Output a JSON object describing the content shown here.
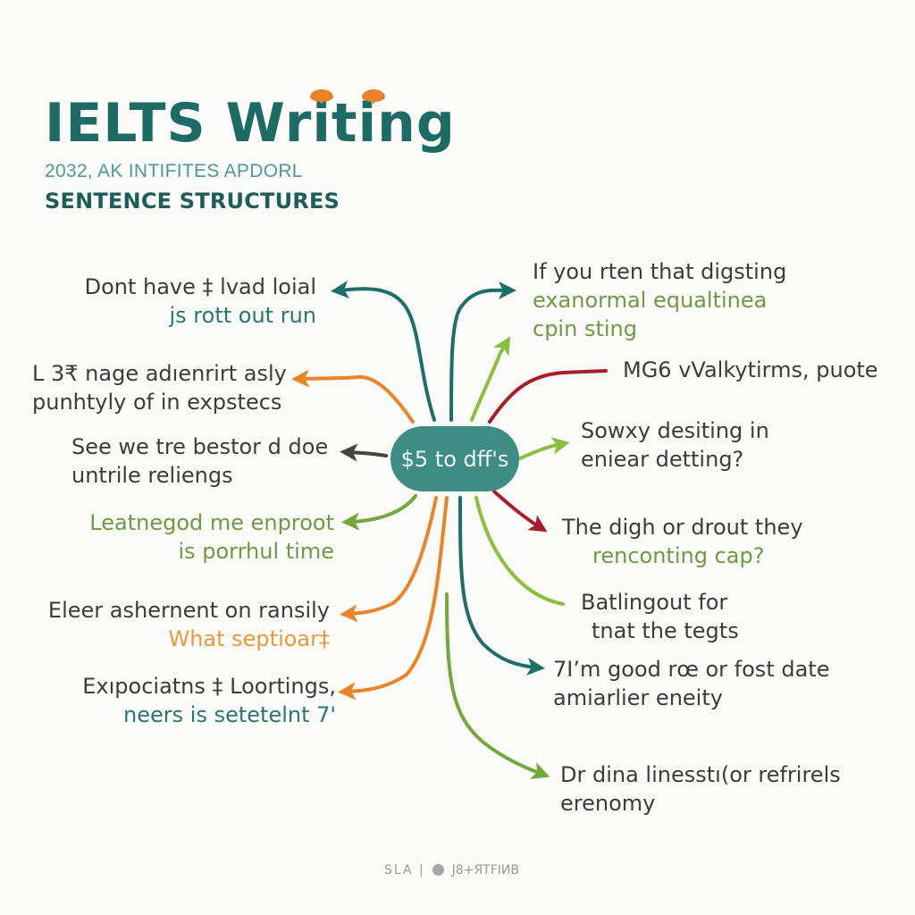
{
  "header": {
    "title": "IELTS Writing",
    "subtitle": "2032, AK INTIFITES APDORL",
    "heading": "SENTENCE STRUCTURES"
  },
  "hub": {
    "label": "$5 to dff's",
    "color": "#3f8c84"
  },
  "left_nodes": [
    {
      "line1": "Dont have ‡ lvad loial",
      "line2": "js rott out run",
      "arrow_color": "#1f6e68"
    },
    {
      "line1": "L 3₹ nage adıenrirt asly",
      "line2": "punhtyly of in expstecs",
      "arrow_color": "#e8842a"
    },
    {
      "line1": "See we tre bestor d doe",
      "line2": "untrile reliengs",
      "arrow_color": "#444444"
    },
    {
      "line1": "Leatnegod me enproot",
      "line2": "is porrhul time",
      "arrow_color": "#73a83c"
    },
    {
      "line1": "Eleer ashernent on ransily",
      "line2": "What septioar‡",
      "arrow_color": "#e8842a"
    },
    {
      "line1": "Exıpociatns ‡ Loortings,",
      "line2": "neers is setetelnt 7'",
      "arrow_color": "#e8842a"
    }
  ],
  "right_nodes": [
    {
      "line1": "If you rten that digsting",
      "line2": "exanormal equaltinea",
      "line3": "cpin sting",
      "arrow_color": "#1f6e68"
    },
    {
      "line1": "MG6 vValkytirms, puote",
      "arrow_color": "#a51e2a"
    },
    {
      "line1": "Sowxy desiting in",
      "line2": "eniear detting?",
      "arrow_color": "#8cbf3f"
    },
    {
      "line1": "The digh or drout they",
      "line2": "renconting cap?",
      "arrow_color": "#a51e2a"
    },
    {
      "line1": "Batlingout for",
      "line2": "tnat the tegts",
      "arrow_color": "#8cbf3f"
    },
    {
      "line1": "7I’m good rœ or fost date",
      "line2": "amiarlier eneity",
      "arrow_color": "#1f6e68"
    },
    {
      "line1": "Dr dina linesstı(or refrirels",
      "line2": "erenomy",
      "arrow_color": "#73a83c"
    }
  ],
  "footer": {
    "left": "SLA |",
    "right": "J8+ЯTFIИB"
  },
  "colors": {
    "teal": "#1e6b66",
    "orange": "#e8842a",
    "green": "#73a83c",
    "lime": "#8cbf3f",
    "red": "#a51e2a",
    "dark": "#444444"
  }
}
